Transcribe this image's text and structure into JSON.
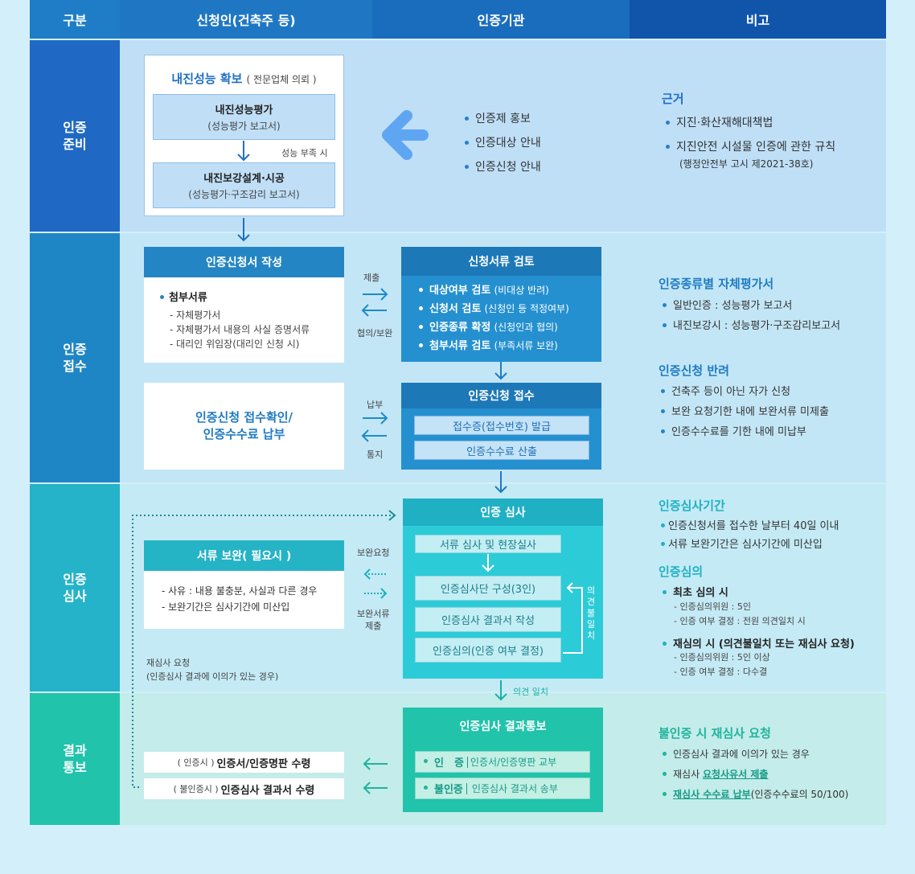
{
  "header": {
    "col1": "구분",
    "col2": "신청인(건축주 등)",
    "col3": "인증기관",
    "col4": "비고"
  },
  "stages": {
    "prep": {
      "line1": "인증",
      "line2": "준비"
    },
    "receipt": {
      "line1": "인증",
      "line2": "접수"
    },
    "review": {
      "line1": "인증",
      "line2": "심사"
    },
    "result": {
      "line1": "결과",
      "line2": "통보"
    }
  },
  "prep": {
    "box_title": "내진성능 확보",
    "box_title_note": "( 전문업체 의뢰 )",
    "eval_title": "내진성능평가",
    "eval_sub": "(성능평가 보고서)",
    "shortage": "성능 부족 시",
    "design_title": "내진보강설계·시공",
    "design_sub": "(성능평가·구조감리 보고서)",
    "agency_items": [
      "인증제 홍보",
      "인증대상 안내",
      "인증신청 안내"
    ],
    "note_title": "근거",
    "note_items": [
      "지진·화산재해대책법",
      "지진안전 시설물 인증에 관한 규칙"
    ],
    "note_sub": "(행정안전부 고시 제2021-38호)"
  },
  "receipt": {
    "app_title": "인증신청서 작성",
    "app_bullet": "첨부서류",
    "app_items": [
      "- 자체평가서",
      "- 자체평가서 내용의 사실 증명서류",
      "- 대리인 위임장(대리인 신청 시)"
    ],
    "submit": "제출",
    "consult": "협의/보완",
    "doc_title": "신청서류 검토",
    "doc_items": [
      {
        "main": "대상여부 검토",
        "sub": "(비대상 반려)"
      },
      {
        "main": "신청서 검토",
        "sub": "(신청인 등 적정여부)"
      },
      {
        "main": "인증종류 확정",
        "sub": "(신청인과 협의)"
      },
      {
        "main": "첨부서류 검토",
        "sub": "(부족서류 보완)"
      }
    ],
    "confirm_line1": "인증신청 접수확인/",
    "confirm_line2": "인증수수료 납부",
    "pay": "납부",
    "notify": "통지",
    "accept_title": "인증신청 접수",
    "accept_items": [
      "접수증(접수번호) 발급",
      "인증수수료 산출"
    ],
    "note1_title": "인증종류별 자체평가서",
    "note1_items": [
      "일반인증 : 성능평가 보고서",
      "내진보강시 : 성능평가·구조감리보고서"
    ],
    "note2_title": "인증신청 반려",
    "note2_items": [
      "건축주 등이 아닌 자가 신청",
      "보완 요청기한 내에 보완서류 미제출",
      "인증수수료를 기한 내에 미납부"
    ]
  },
  "review": {
    "supp_title": "서류 보완( 필요시 )",
    "supp_items": [
      "- 사유 : 내용 불충분, 사실과 다른 경우",
      "- 보완기간은 심사기간에 미산입"
    ],
    "req_supp": "보완요청",
    "submit_line1": "보완서류",
    "submit_line2": "제출",
    "rereview_line1": "재심사 요청",
    "rereview_line2": "(인증심사 결과에 이의가 있는 경우)",
    "main_title": "인증 심사",
    "steps": [
      "서류 심사 및 현장실사",
      "인증심사단 구성(3인)",
      "인증심사 결과서 작성",
      "인증심의(인증 여부 결정)"
    ],
    "disagree": "의견 불일치",
    "agree": "의견 일치",
    "note1_title": "인증심사기간",
    "note1_items": [
      "인증신청서를 접수한 날부터 40일 이내",
      "서류 보완기간은 심사기간에 미산입"
    ],
    "note2_title": "인증심의",
    "first_title": "최초 심의 시",
    "first_items": [
      "- 인증심의위원 : 5인",
      "- 인증 여부 결정 : 전원 의견일치 시"
    ],
    "re_title": "재심의 시 (의견불일치 또는 재심사 요청)",
    "re_items": [
      "- 인증심의위원 : 5인 이상",
      "- 인증 여부 결정 : 다수결"
    ]
  },
  "result": {
    "title": "인증심사 결과통보",
    "pass_label": "인　증",
    "pass_text": "인증서/인증명판 교부",
    "fail_label": "불인증",
    "fail_text": "인증심사 결과서 송부",
    "recv1_note": "( 인증시 )",
    "recv1": "인증서/인증명판 수령",
    "recv2_note": "( 불인증시 )",
    "recv2": "인증심사 결과서 수령",
    "note_title": "불인증 시 재심사 요청",
    "note_item1": "인증심사 결과에 이의가 있는 경우",
    "note_item2_pre": "재심사 ",
    "note_item2_u": "요청사유서 제출",
    "note_item3_u": "재심사 수수료 납부",
    "note_item3_post": "(인증수수료의 50/100)"
  },
  "colors": {
    "header_dark": "#1055aa",
    "prep_side": "#1f69c4",
    "receipt_side": "#1f86c6",
    "review_side": "#24b3c8",
    "result_side": "#21c3ab"
  }
}
